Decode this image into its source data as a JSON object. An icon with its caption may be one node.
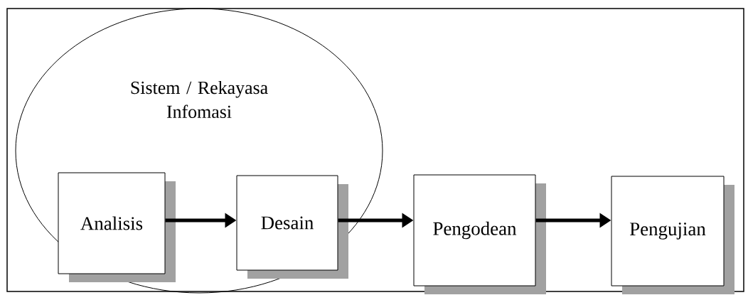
{
  "diagram": {
    "nodes": [
      {
        "text": [
          "Sistem / Rekayasa Infomasi"
        ]
      },
      {
        "text": [
          "Analisis"
        ],
        "in": 0
      },
      {
        "text": [
          "Desain"
        ],
        "in": 0
      },
      {
        "text": [
          "Pengodean"
        ]
      },
      {
        "text": [
          "Pengujian"
        ]
      }
    ],
    "edges": [
      {
        "from": 1,
        "to": 2,
        "arrow": "to"
      },
      {
        "from": 2,
        "to": 3,
        "arrow": "to"
      },
      {
        "from": 3,
        "to": 4,
        "arrow": "to"
      }
    ]
  }
}
